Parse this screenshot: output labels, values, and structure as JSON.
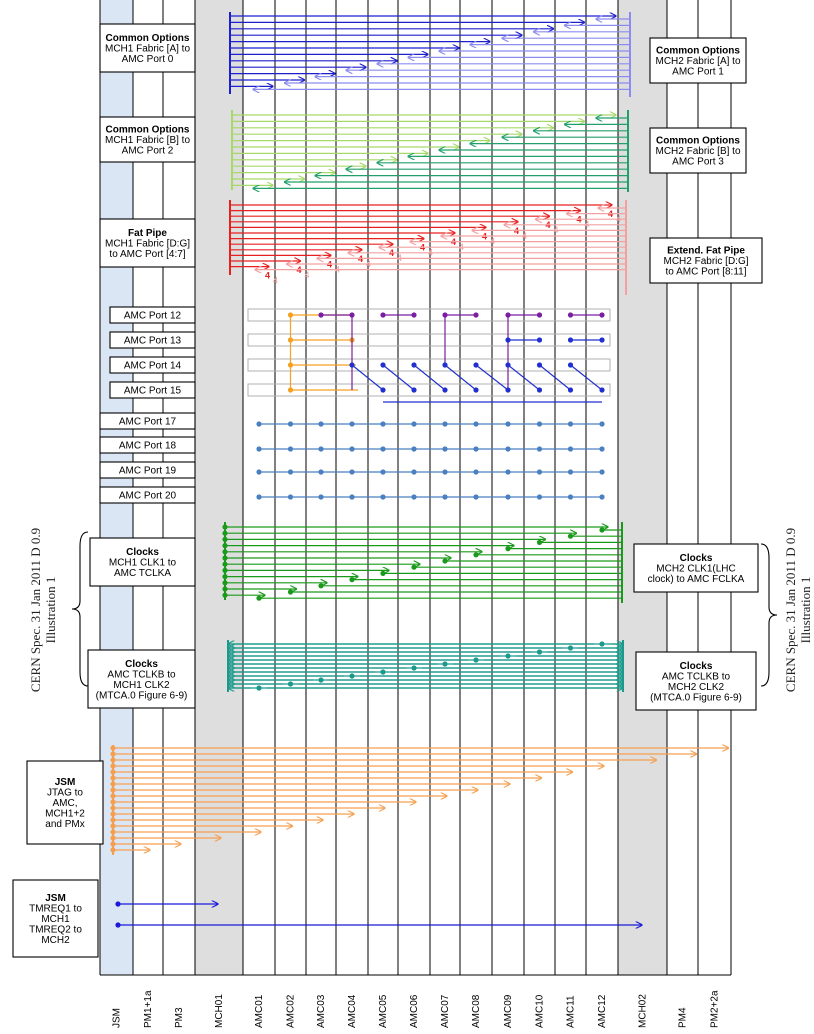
{
  "columns": [
    "JSM",
    "PM1+1a",
    "PM3",
    "MCH01",
    "AMC01",
    "AMC02",
    "AMC03",
    "AMC04",
    "AMC05",
    "AMC06",
    "AMC07",
    "AMC08",
    "AMC09",
    "AMC10",
    "AMC11",
    "AMC12",
    "MCH02",
    "PM4",
    "PM2+2a"
  ],
  "left_boxes": [
    {
      "id": "mch1-fabric-a",
      "lines": [
        {
          "t": "Common Options",
          "b": true
        },
        {
          "t": "MCH1 Fabric [A] to"
        },
        {
          "t": "AMC Port 0"
        }
      ]
    },
    {
      "id": "mch1-fabric-b",
      "lines": [
        {
          "t": "Common Options",
          "b": true
        },
        {
          "t": "MCH1 Fabric [B] to"
        },
        {
          "t": "AMC Port 2"
        }
      ]
    },
    {
      "id": "mch1-fat-pipe",
      "lines": [
        {
          "t": "Fat Pipe",
          "b": true
        },
        {
          "t": "MCH1 Fabric [D:G]"
        },
        {
          "t": "to AMC Port [4:7]"
        }
      ]
    },
    {
      "id": "amc-port-12",
      "lines": [
        {
          "t": "AMC Port 12"
        }
      ]
    },
    {
      "id": "amc-port-13",
      "lines": [
        {
          "t": "AMC Port 13"
        }
      ]
    },
    {
      "id": "amc-port-14",
      "lines": [
        {
          "t": "AMC Port 14"
        }
      ]
    },
    {
      "id": "amc-port-15",
      "lines": [
        {
          "t": "AMC Port 15"
        }
      ]
    },
    {
      "id": "amc-port-17",
      "lines": [
        {
          "t": "AMC Port 17"
        }
      ]
    },
    {
      "id": "amc-port-18",
      "lines": [
        {
          "t": "AMC Port 18"
        }
      ]
    },
    {
      "id": "amc-port-19",
      "lines": [
        {
          "t": "AMC Port 19"
        }
      ]
    },
    {
      "id": "amc-port-20",
      "lines": [
        {
          "t": "AMC Port 20"
        }
      ]
    },
    {
      "id": "mch1-clk1",
      "lines": [
        {
          "t": "Clocks",
          "b": true
        },
        {
          "t": "MCH1 CLK1 to"
        },
        {
          "t": "AMC TCLKA"
        }
      ]
    },
    {
      "id": "mch1-clk2",
      "lines": [
        {
          "t": "Clocks",
          "b": true
        },
        {
          "t": "AMC TCLKB to"
        },
        {
          "t": "MCH1 CLK2"
        },
        {
          "t": "(MTCA.0 Figure 6-9)"
        }
      ]
    },
    {
      "id": "jsm-jtag",
      "lines": [
        {
          "t": "JSM",
          "b": true
        },
        {
          "t": "JTAG to"
        },
        {
          "t": "AMC,"
        },
        {
          "t": "MCH1+2"
        },
        {
          "t": "and PMx"
        }
      ]
    },
    {
      "id": "jsm-tmreq",
      "lines": [
        {
          "t": "JSM",
          "b": true
        },
        {
          "t": "TMREQ1 to"
        },
        {
          "t": "MCH1"
        },
        {
          "t": "TMREQ2 to"
        },
        {
          "t": "MCH2"
        }
      ]
    }
  ],
  "right_boxes": [
    {
      "id": "mch2-fabric-a",
      "lines": [
        {
          "t": "Common Options",
          "b": true
        },
        {
          "t": "MCH2 Fabric [A] to"
        },
        {
          "t": "AMC Port 1"
        }
      ]
    },
    {
      "id": "mch2-fabric-b",
      "lines": [
        {
          "t": "Common Options",
          "b": true
        },
        {
          "t": "MCH2 Fabric [B] to"
        },
        {
          "t": "AMC Port 3"
        }
      ]
    },
    {
      "id": "mch2-fat-pipe",
      "lines": [
        {
          "t": "Extend. Fat Pipe",
          "b": true
        },
        {
          "t": "MCH2 Fabric [D:G]"
        },
        {
          "t": "to AMC Port  [8:11]"
        }
      ]
    },
    {
      "id": "mch2-clk1",
      "lines": [
        {
          "t": "Clocks",
          "b": true
        },
        {
          "t": "MCH2 CLK1(LHC"
        },
        {
          "t": "clock) to AMC FCLKA"
        }
      ]
    },
    {
      "id": "mch2-clk2",
      "lines": [
        {
          "t": "Clocks",
          "b": true
        },
        {
          "t": "AMC TCLKB to"
        },
        {
          "t": "MCH2 CLK2"
        },
        {
          "t": "(MTCA.0 Figure 6-9)"
        }
      ]
    }
  ],
  "side_note": {
    "line1": "CERN Spec. 31 Jan 2011 D 0.9",
    "line2": "Illustration 1"
  },
  "fat_pipe_label": "4",
  "colors": {
    "fabric_a_dark": "#1f1fd0",
    "fabric_a_light": "#8c8cf0",
    "fabric_b_light": "#a6d96a",
    "fabric_b_dark": "#22a06b",
    "fat_pipe": "#e82020",
    "fat_pipe_light": "#f4a0a0",
    "port12_purple": "#7a1fa2",
    "port_orange": "#f5a020",
    "port_blue": "#2030d0",
    "port_17_20": "#4a7fc0",
    "clk1": "#1a9a1a",
    "clk2": "#1a9a8a",
    "jtag": "#f5a050",
    "tmreq": "#1a1ad8",
    "jsm_band": "#dbe6f4",
    "mch_band": "#dedede"
  }
}
